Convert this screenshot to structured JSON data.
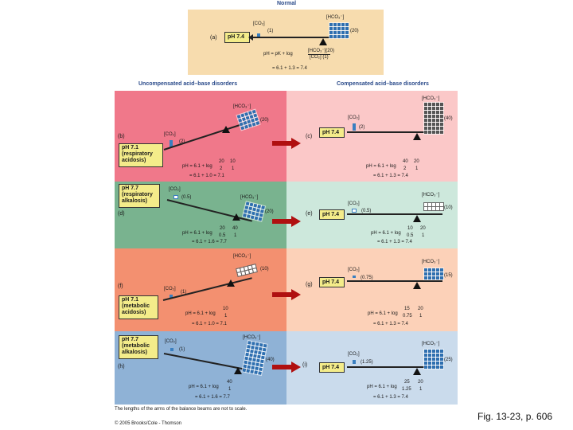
{
  "normal": {
    "title": "Normal",
    "label": "(a)",
    "ph": "pH 7.4",
    "co2": "[CO₂]",
    "co2_val": "(1)",
    "hco3": "[HCO₃⁻]",
    "hco3_val": "(20)",
    "eq1": "pH = pK + log",
    "eq_num": "[HCO₃⁻](20)",
    "eq_den": "[CO₂]  (1)",
    "eq2": "= 6.1 + 1.3 = 7.4"
  },
  "headers": {
    "left": "Uncompensated acid–base disorders",
    "right": "Compensated acid–base disorders"
  },
  "rows": [
    {
      "left": {
        "label": "(b)",
        "ph": "pH 7.1\n(respiratory\nacidosis)",
        "co2": "[CO₂]",
        "co2_val": "(2)",
        "hco3": "[HCO₃⁻]",
        "hco3_val": "(20)",
        "eq1": "pH = 6.1 + log",
        "frac_num": "20",
        "frac_den": "2",
        "paren_num": "10",
        "paren_den": "1",
        "eq2": "= 6.1 + 1.0 = 7.1"
      },
      "right": {
        "label": "(c)",
        "ph": "pH 7.4",
        "co2": "[CO₂]",
        "co2_val": "(2)",
        "hco3": "[HCO₃⁻]",
        "hco3_val": "(40)",
        "eq1": "pH = 6.1 + log",
        "frac_num": "40",
        "frac_den": "2",
        "paren_num": "20",
        "paren_den": "1",
        "eq2": "= 6.1 + 1.3 = 7.4"
      }
    },
    {
      "left": {
        "label": "(d)",
        "ph": "pH 7.7\n(respiratory\nalkalosis)",
        "co2": "[CO₂]",
        "co2_val": "(0.5)",
        "hco3": "[HCO₃⁻]",
        "hco3_val": "(20)",
        "eq1": "pH = 6.1 + log",
        "frac_num": "20",
        "frac_den": "0.5",
        "paren_num": "40",
        "paren_den": "1",
        "eq2": "= 6.1 + 1.6 = 7.7"
      },
      "right": {
        "label": "(e)",
        "ph": "pH 7.4",
        "co2": "[CO₂]",
        "co2_val": "(0.5)",
        "hco3": "[HCO₃⁻]",
        "hco3_val": "(10)",
        "eq1": "pH = 6.1 + log",
        "frac_num": "10",
        "frac_den": "0.5",
        "paren_num": "20",
        "paren_den": "1",
        "eq2": "= 6.1 + 1.3 = 7.4"
      }
    },
    {
      "left": {
        "label": "(f)",
        "ph": "pH 7.1\n(metabolic\nacidosis)",
        "co2": "[CO₂]",
        "co2_val": "(1)",
        "hco3": "[HCO₃⁻]",
        "hco3_val": "(10)",
        "eq1": "pH = 6.1 + log",
        "frac_num": "10",
        "frac_den": "1",
        "paren_num": "",
        "paren_den": "",
        "eq2": "= 6.1 + 1.0 = 7.1"
      },
      "right": {
        "label": "(g)",
        "ph": "pH 7.4",
        "co2": "[CO₂]",
        "co2_val": "(0.75)",
        "hco3": "[HCO₃⁻]",
        "hco3_val": "(15)",
        "eq1": "pH = 6.1 + log",
        "frac_num": "15",
        "frac_den": "0.75",
        "paren_num": "20",
        "paren_den": "1",
        "eq2": "= 6.1 + 1.3 = 7.4"
      }
    },
    {
      "left": {
        "label": "(h)",
        "ph": "pH 7.7\n(metabolic\nalkalosis)",
        "co2": "[CO₂]",
        "co2_val": "(1)",
        "hco3": "[HCO₃⁻]",
        "hco3_val": "(40)",
        "eq1": "pH = 6.1 + log",
        "frac_num": "40",
        "frac_den": "1",
        "paren_num": "",
        "paren_den": "",
        "eq2": "= 6.1 + 1.6 = 7.7"
      },
      "right": {
        "label": "(i)",
        "ph": "pH 7.4",
        "co2": "[CO₂]",
        "co2_val": "(1.25)",
        "hco3": "[HCO₃⁻]",
        "hco3_val": "(25)",
        "eq1": "pH = 6.1 + log",
        "frac_num": "25",
        "frac_den": "1.25",
        "paren_num": "20",
        "paren_den": "1",
        "eq2": "= 6.1 + 1.3 = 7.4"
      }
    }
  ],
  "footnote": "The lengths of the arms of the balance beams are not to scale.",
  "copyright": "© 2005 Brooks/Cole - Thomson",
  "figure_ref": "Fig. 13-23, p. 606",
  "colors": {
    "normal_bg": "#f7dcae",
    "row1_left": "#f0788a",
    "row1_right": "#fbc8c8",
    "row2_left": "#79b38f",
    "row2_right": "#cde8dc",
    "row3_left": "#f39070",
    "row3_right": "#fcd1b8",
    "row4_left": "#8fb2d6",
    "row4_right": "#cadbec",
    "header": "#2a4a8a",
    "arrow": "#b01010",
    "ph_box": "#f4ec8a",
    "hco3_block": "#2e6fb0",
    "hco3_block_dark": "#555555",
    "hco3_block_light": "#ffffff",
    "co2_block": "#3a7fc0"
  }
}
